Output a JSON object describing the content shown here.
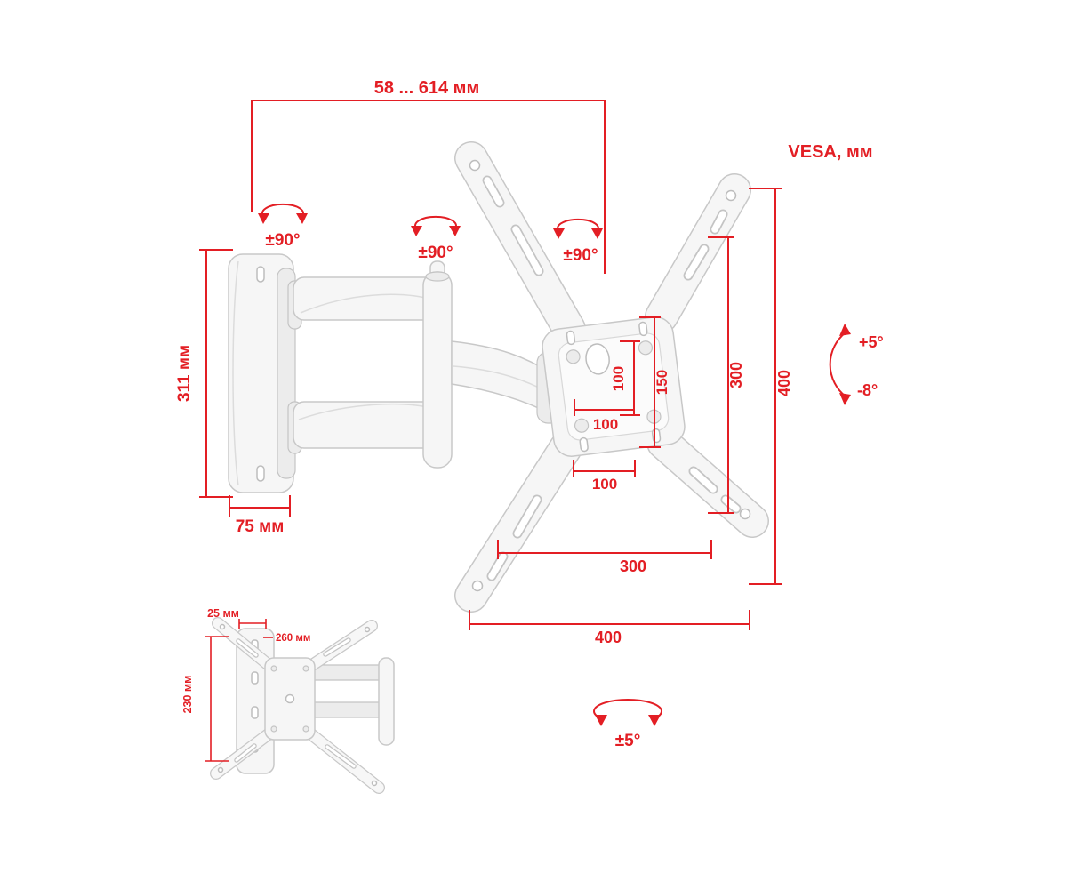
{
  "colors": {
    "accent_red": "#e31e24"
  },
  "main_view": {
    "arm_extension": "58 ... 614 мм",
    "vesa_heading": "VESA, мм",
    "swivel_wall": "±90°",
    "swivel_arm": "±90°",
    "swivel_plate": "±90°",
    "wall_plate_height": "311 мм",
    "wall_plate_width": "75 мм",
    "vesa_vertical": {
      "v100": "100",
      "v150": "150",
      "v300": "300",
      "v400": "400"
    },
    "vesa_horizontal": {
      "h100_upper": "100",
      "h100_lower": "100",
      "h300": "300",
      "h400": "400"
    },
    "tilt_up": "+5°",
    "tilt_down": "-8°",
    "level_adjust": "±5°"
  },
  "inset_view": {
    "hole_pitch": "25 мм",
    "depth": "260 мм",
    "mount_height": "230 мм"
  }
}
